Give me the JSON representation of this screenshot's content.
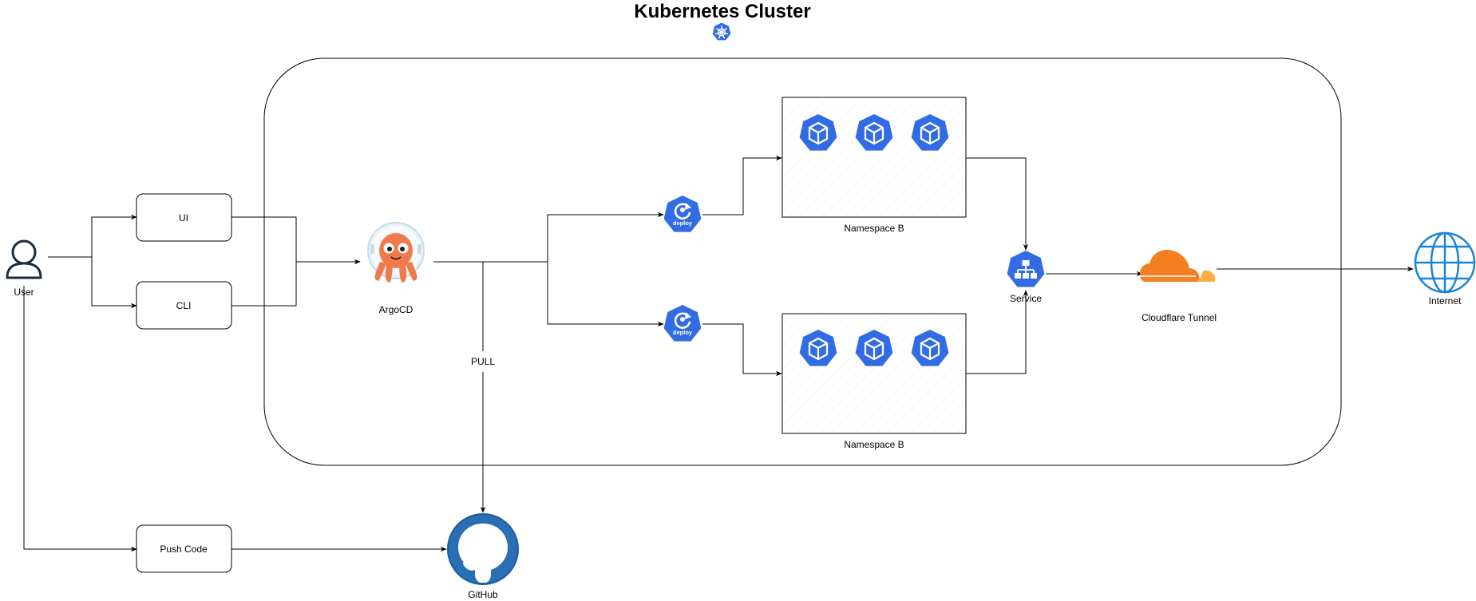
{
  "diagram": {
    "title": "Kubernetes Cluster",
    "nodes": {
      "user": {
        "label": "User",
        "icon": "user-icon"
      },
      "ui": {
        "label": "UI"
      },
      "cli": {
        "label": "CLI"
      },
      "push_code": {
        "label": "Push Code"
      },
      "argocd": {
        "label": "ArgoCD",
        "icon": "argocd-octopus-icon"
      },
      "github": {
        "label": "GitHub",
        "icon": "github-icon"
      },
      "deploy_top": {
        "label": "deploy",
        "icon": "k8s-deploy-icon"
      },
      "deploy_bottom": {
        "label": "deploy",
        "icon": "k8s-deploy-icon"
      },
      "namespace_top": {
        "label": "Namespace B",
        "pods": 3
      },
      "namespace_bottom": {
        "label": "Namespace B",
        "pods": 3
      },
      "service": {
        "label": "Service",
        "icon": "k8s-service-icon"
      },
      "cloudflare": {
        "label": "Cloudflare Tunnel",
        "icon": "cloudflare-icon"
      },
      "internet": {
        "label": "Internet",
        "icon": "globe-icon"
      }
    },
    "edges": [
      {
        "from": "user",
        "to": "ui"
      },
      {
        "from": "user",
        "to": "cli"
      },
      {
        "from": "ui",
        "to": "argocd"
      },
      {
        "from": "cli",
        "to": "argocd"
      },
      {
        "from": "argocd",
        "to": "github",
        "label": "PULL"
      },
      {
        "from": "argocd",
        "to": "deploy_top"
      },
      {
        "from": "argocd",
        "to": "deploy_bottom"
      },
      {
        "from": "deploy_top",
        "to": "namespace_top"
      },
      {
        "from": "deploy_bottom",
        "to": "namespace_bottom"
      },
      {
        "from": "namespace_top",
        "to": "service"
      },
      {
        "from": "namespace_bottom",
        "to": "service"
      },
      {
        "from": "service",
        "to": "cloudflare"
      },
      {
        "from": "cloudflare",
        "to": "internet"
      },
      {
        "from": "user",
        "to": "push_code"
      },
      {
        "from": "push_code",
        "to": "github"
      }
    ]
  },
  "colors": {
    "k8s_blue": "#326ce5",
    "argocd_orange": "#ef7b4d",
    "github_blue": "#1f5b9a",
    "cloudflare_orange": "#f38020",
    "cloudflare_light": "#fbad41",
    "globe_blue": "#1a84d8"
  }
}
